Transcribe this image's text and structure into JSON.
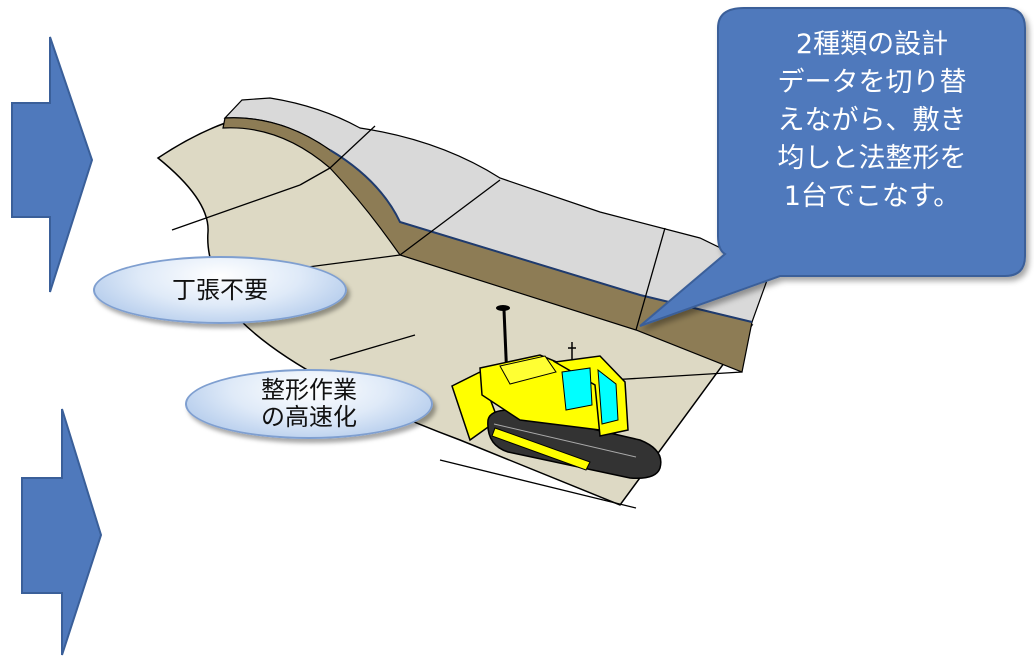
{
  "labels": {
    "no_stakes": "丁張不要",
    "faster_shaping": "整形作業\nの高速化"
  },
  "callout": {
    "text": "2種類の設計\nデータを切り替\nえながら、敷き\n均しと法整形を\n1台でこなす。"
  },
  "colors": {
    "arrow_fill": "#4f79bc",
    "callout_fill": "#4f79bc",
    "ground": "#ddd9c4",
    "slope_face": "#8d7c55",
    "top_surface": "#d9d9d9",
    "dozer_body": "#ffff00",
    "dozer_glass": "#00ffff"
  }
}
